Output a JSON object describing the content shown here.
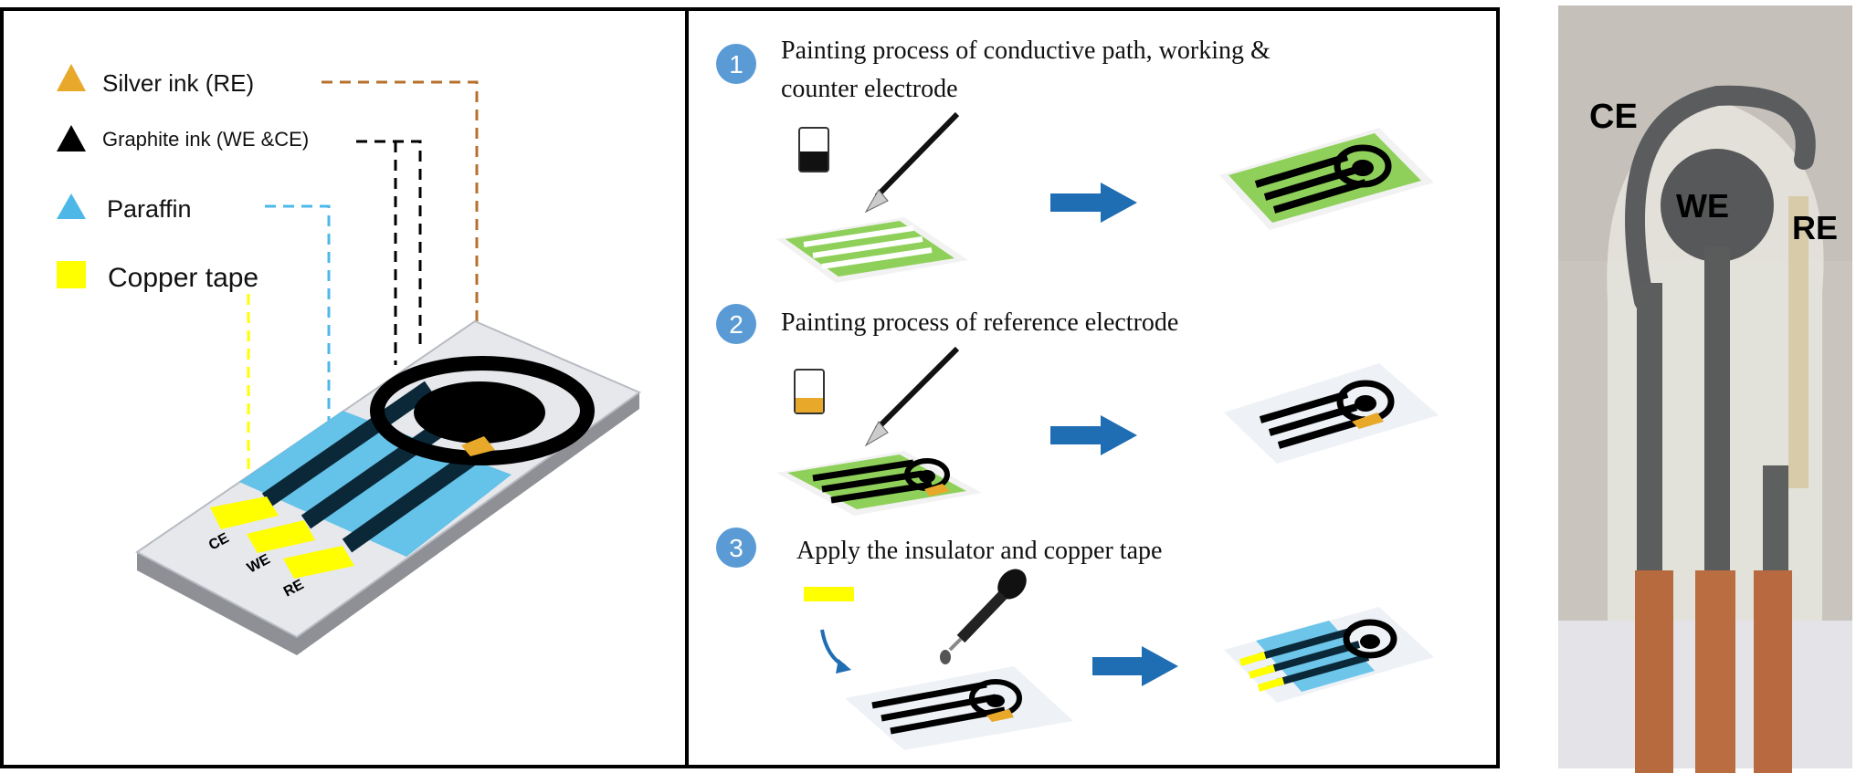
{
  "legend": {
    "items": [
      {
        "label": "Silver ink (RE)",
        "marker": "triangle",
        "color": "#E8A92A"
      },
      {
        "label": "Graphite ink (WE &CE)",
        "marker": "triangle",
        "color": "#000000"
      },
      {
        "label": "Paraffin",
        "marker": "triangle",
        "color": "#4DB8E8"
      },
      {
        "label": "Copper tape",
        "marker": "square",
        "color": "#FFFF00"
      }
    ]
  },
  "device_labels": {
    "ce": "CE",
    "we": "WE",
    "re": "RE"
  },
  "steps": [
    {
      "number": "1",
      "title_line1": "Painting process of conductive path, working &",
      "title_line2": "counter electrode"
    },
    {
      "number": "2",
      "title_line1": "Painting process of reference electrode",
      "title_line2": ""
    },
    {
      "number": "3",
      "title_line1": "Apply the insulator and copper tape",
      "title_line2": ""
    }
  ],
  "photo_labels": {
    "ce": "CE",
    "we": "WE",
    "re": "RE"
  },
  "colors": {
    "silver_ink": "#E8A92A",
    "graphite": "#000000",
    "paraffin": "#4DB8E8",
    "copper_tape": "#FFFF00",
    "green_substrate": "#8FD05A",
    "arrow_blue": "#1F6DB3",
    "step_badge": "#5B9BD5"
  }
}
